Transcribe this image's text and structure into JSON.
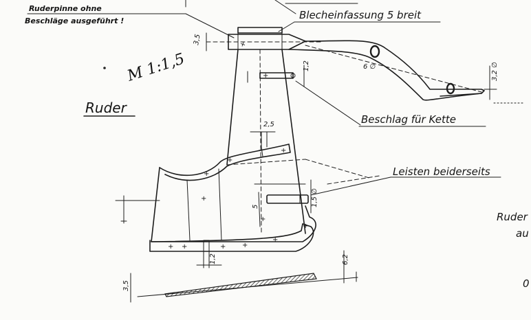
{
  "labels": {
    "title": "Ruder",
    "note_line1": "Ruderpinne ohne",
    "note_line2": "Beschläge ausgeführt !",
    "sheet_edging": "Blecheinfassung 5 breit",
    "chain_fitting": "Beschlag für Kette",
    "battens": "Leisten beiderseits",
    "scale": "M 1:1,5",
    "cut_off_right_1": "Ruder",
    "cut_off_right_2": "au",
    "cut_off_right_3": "0"
  },
  "dimensions": {
    "head_height": "3,5",
    "tiller_diameter": "6 ∅",
    "tiller_end": "3,2 ∅",
    "fitting_height": "1,2",
    "batten_width": "2,5",
    "slot": "5",
    "pin": "1,5 ∅",
    "edge": "1,2",
    "section_height": "6,2",
    "section_thickness": "3,5"
  }
}
